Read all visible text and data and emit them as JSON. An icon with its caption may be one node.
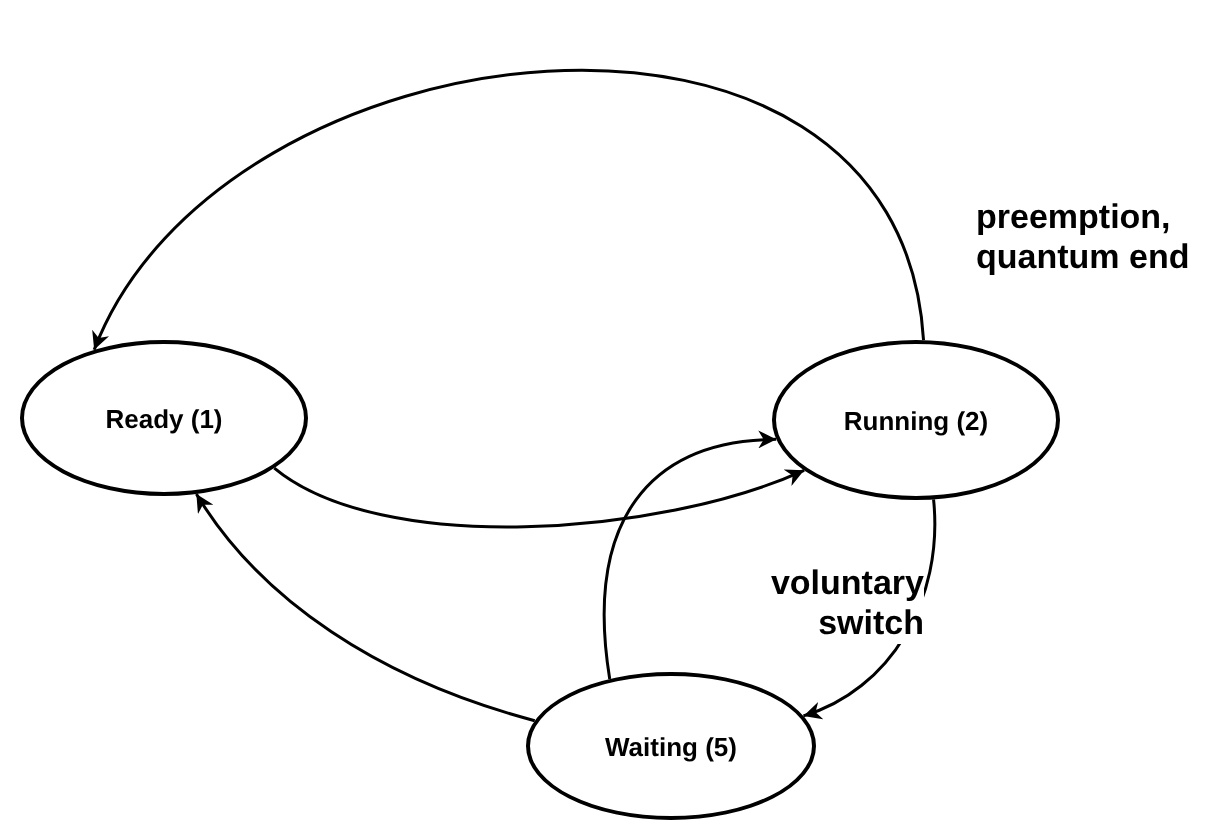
{
  "diagram": {
    "nodes": [
      {
        "text": [
          "Ready (1)"
        ]
      },
      {
        "text": [
          "Running (2)"
        ]
      },
      {
        "text": [
          "Waiting (5)"
        ]
      }
    ],
    "edges": [
      {
        "from": 1,
        "to": 0,
        "arrow": "to",
        "label": "preemption, quantum end"
      },
      {
        "from": 0,
        "to": 1,
        "arrow": "to"
      },
      {
        "from": 1,
        "to": 2,
        "arrow": "to",
        "label": "voluntary switch"
      },
      {
        "from": 2,
        "to": 1,
        "arrow": "to"
      },
      {
        "from": 2,
        "to": 0,
        "arrow": "to"
      }
    ]
  }
}
